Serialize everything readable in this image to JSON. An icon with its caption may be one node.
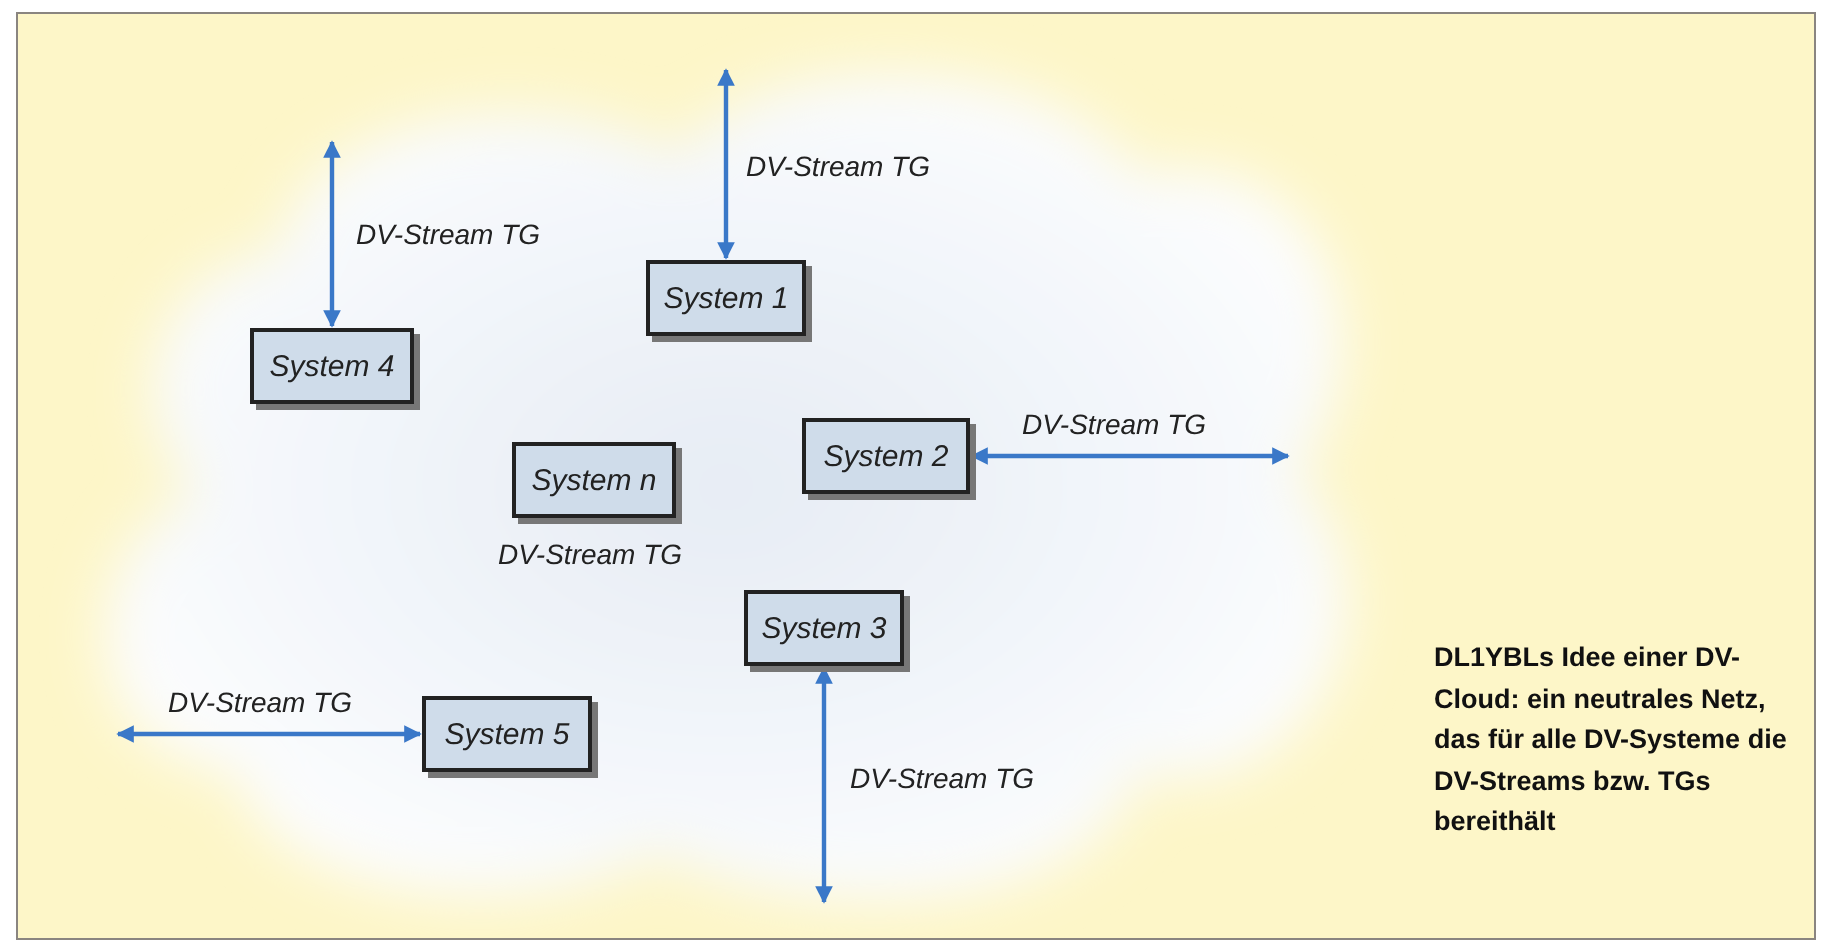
{
  "diagram": {
    "caption": "DL1YBLs Idee einer DV-Cloud: ein neutrales Netz, das für alle DV-Systeme die DV-Streams bzw. TGs bereithält",
    "nodes": [
      {
        "text": [
          "System 1"
        ]
      },
      {
        "text": [
          "System 4"
        ]
      },
      {
        "text": [
          "System 2"
        ]
      },
      {
        "text": [
          "System n"
        ],
        "beside": [
          "DV-Stream TG"
        ]
      },
      {
        "text": [
          "System 3"
        ]
      },
      {
        "text": [
          "System 5"
        ]
      }
    ],
    "edges": [
      {
        "from": null,
        "to": 0,
        "arrow": "both",
        "label": "DV-Stream TG"
      },
      {
        "from": null,
        "to": 1,
        "arrow": "both",
        "label": "DV-Stream TG"
      },
      {
        "from": null,
        "to": 2,
        "arrow": "both",
        "label": "DV-Stream TG"
      },
      {
        "from": null,
        "to": 4,
        "arrow": "both",
        "label": "DV-Stream TG"
      },
      {
        "from": null,
        "to": 5,
        "arrow": "both",
        "label": "DV-Stream TG"
      }
    ]
  }
}
